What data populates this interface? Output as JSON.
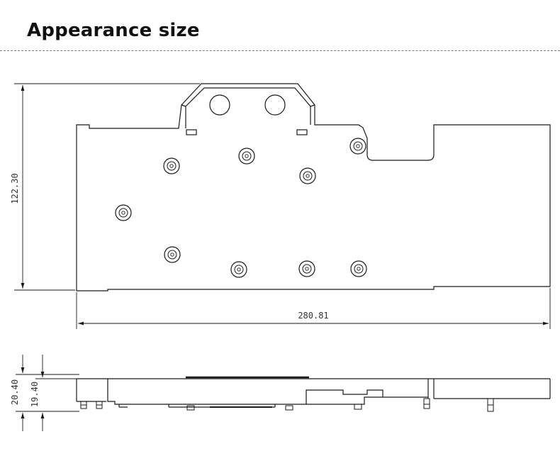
{
  "header": {
    "title": "Appearance size"
  },
  "dimensions": {
    "height": "122.30",
    "length": "280.81",
    "thickness_total": "20.40",
    "thickness_body": "19.40"
  },
  "colors": {
    "line": "#1a1a1a",
    "text": "#333333",
    "rule": "#777777"
  }
}
